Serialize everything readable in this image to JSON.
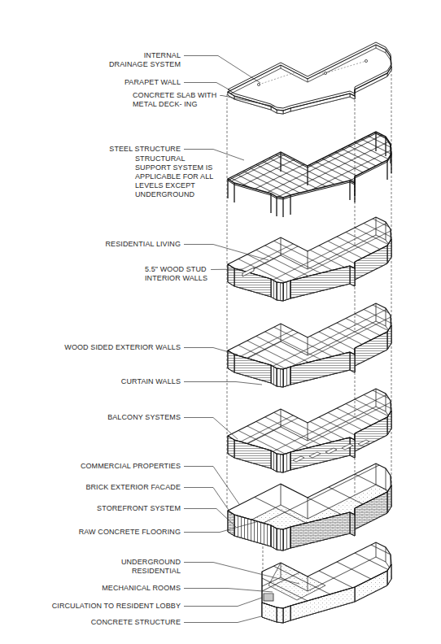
{
  "diagram": {
    "labels": [
      "INTERNAL DRAINAGE SYSTEM",
      "PARAPET WALL",
      "CONCRETE SLAB WITH METAL DECK- ING",
      "STEEL STRUCTURE",
      "STRUCTURAL SUPPORT SYSTEM IS APPLICABLE FOR ALL LEVELS EXCEPT UNDERGROUND",
      "RESIDENTIAL LIVING",
      "5.5\" WOOD STUD INTERIOR WALLS",
      "WOOD SIDED EXTERIOR WALLS",
      "CURTAIN WALLS",
      "BALCONY SYSTEMS",
      "COMMERCIAL PROPERTIES",
      "BRICK EXTERIOR FACADE",
      "STOREFRONT SYSTEM",
      "RAW CONCRETE FLOORING",
      "UNDERGROUND RESIDENTIAL",
      "MECHANICAL ROOMS",
      "CIRCULATION TO RESIDENT LOBBY",
      "CONCRETE STRUCTURE"
    ]
  }
}
